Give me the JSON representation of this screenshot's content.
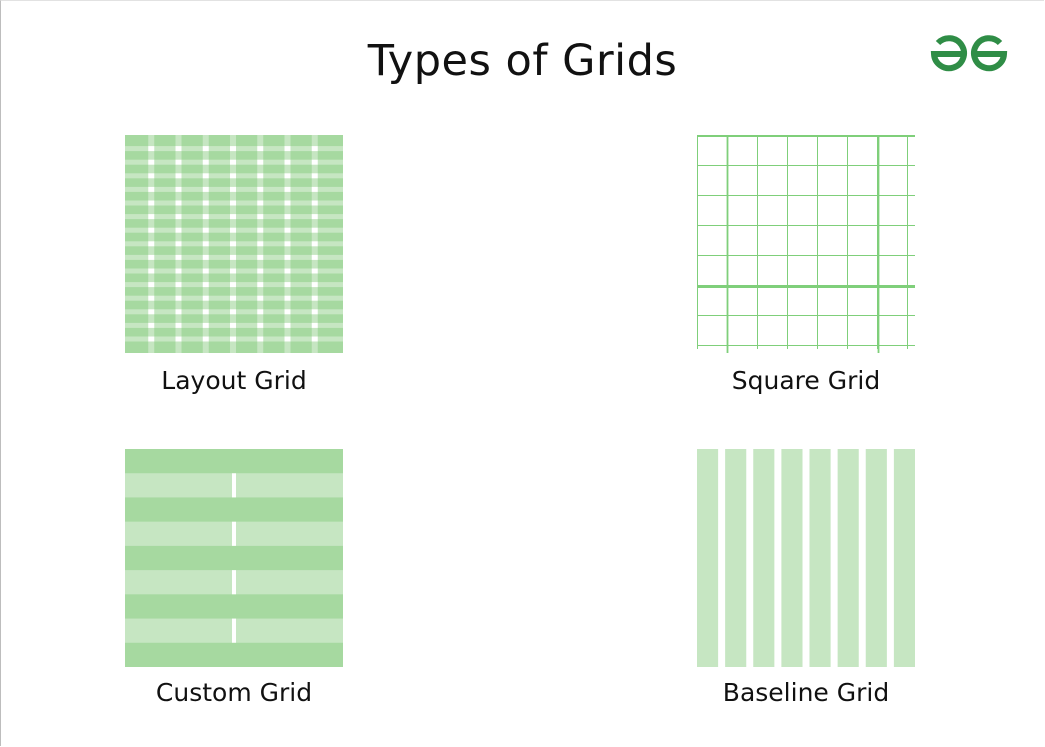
{
  "page": {
    "title": "Types of Grids"
  },
  "logo": {
    "icon": "geeksforgeeks-logo-icon",
    "color": "#2f8d46"
  },
  "colors": {
    "green_dark": "#a6d9a0",
    "green_light": "#c6e6c2",
    "line_green": "#7fcf7a"
  },
  "grids": [
    {
      "key": "layout",
      "label": "Layout Grid"
    },
    {
      "key": "square",
      "label": "Square Grid"
    },
    {
      "key": "custom",
      "label": "Custom Grid"
    },
    {
      "key": "baseline",
      "label": "Baseline Grid"
    }
  ]
}
